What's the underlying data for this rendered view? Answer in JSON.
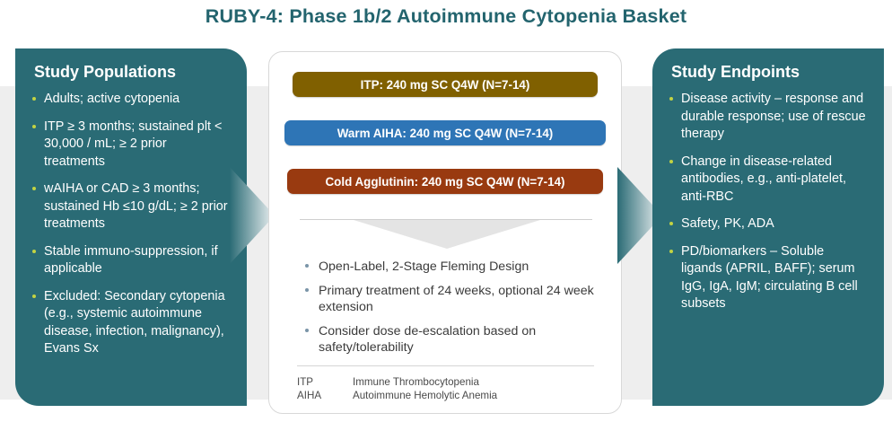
{
  "title": "RUBY-4: Phase 1b/2 Autoimmune Cytopenia Basket",
  "colors": {
    "teal_panel": "#2a6b75",
    "title_text": "#23646e",
    "bullet_green": "#c3d342",
    "background_band": "#eeeeee",
    "arm_itp": "#806000",
    "arm_waiha": "#2e75b6",
    "arm_cad": "#993a10",
    "design_bullet": "#7a95a8"
  },
  "left_panel": {
    "heading": "Study Populations",
    "items": [
      "Adults; active cytopenia",
      "ITP ≥ 3 months; sustained plt < 30,000 / mL; ≥ 2 prior treatments",
      "wAIHA or CAD ≥ 3 months; sustained Hb ≤10 g/dL; ≥ 2 prior treatments",
      "Stable immuno-suppression, if applicable",
      "Excluded: Secondary cytopenia (e.g., systemic autoimmune disease, infection, malignancy), Evans Sx"
    ]
  },
  "center_panel": {
    "arms": [
      {
        "label": "ITP: 240 mg SC Q4W (N=7-14)",
        "color": "#806000"
      },
      {
        "label": "Warm AIHA:  240 mg SC Q4W (N=7-14)",
        "color": "#2e75b6"
      },
      {
        "label": "Cold Agglutinin:  240 mg SC Q4W (N=7-14)",
        "color": "#993a10"
      }
    ],
    "design_items": [
      "Open-Label, 2-Stage Fleming Design",
      "Primary treatment of 24 weeks, optional 24 week extension",
      "Consider dose de-escalation based on safety/tolerability"
    ],
    "abbreviations": [
      {
        "abbr": "ITP",
        "definition": "Immune Thrombocytopenia"
      },
      {
        "abbr": "AIHA",
        "definition": "Autoimmune Hemolytic Anemia"
      }
    ]
  },
  "right_panel": {
    "heading": "Study Endpoints",
    "items": [
      "Disease activity – response and durable response; use of rescue therapy",
      "Change in disease-related antibodies, e.g., anti-platelet, anti-RBC",
      "Safety, PK, ADA",
      "PD/biomarkers – Soluble ligands (APRIL, BAFF); serum IgG, IgA, IgM; circulating B cell subsets"
    ]
  }
}
